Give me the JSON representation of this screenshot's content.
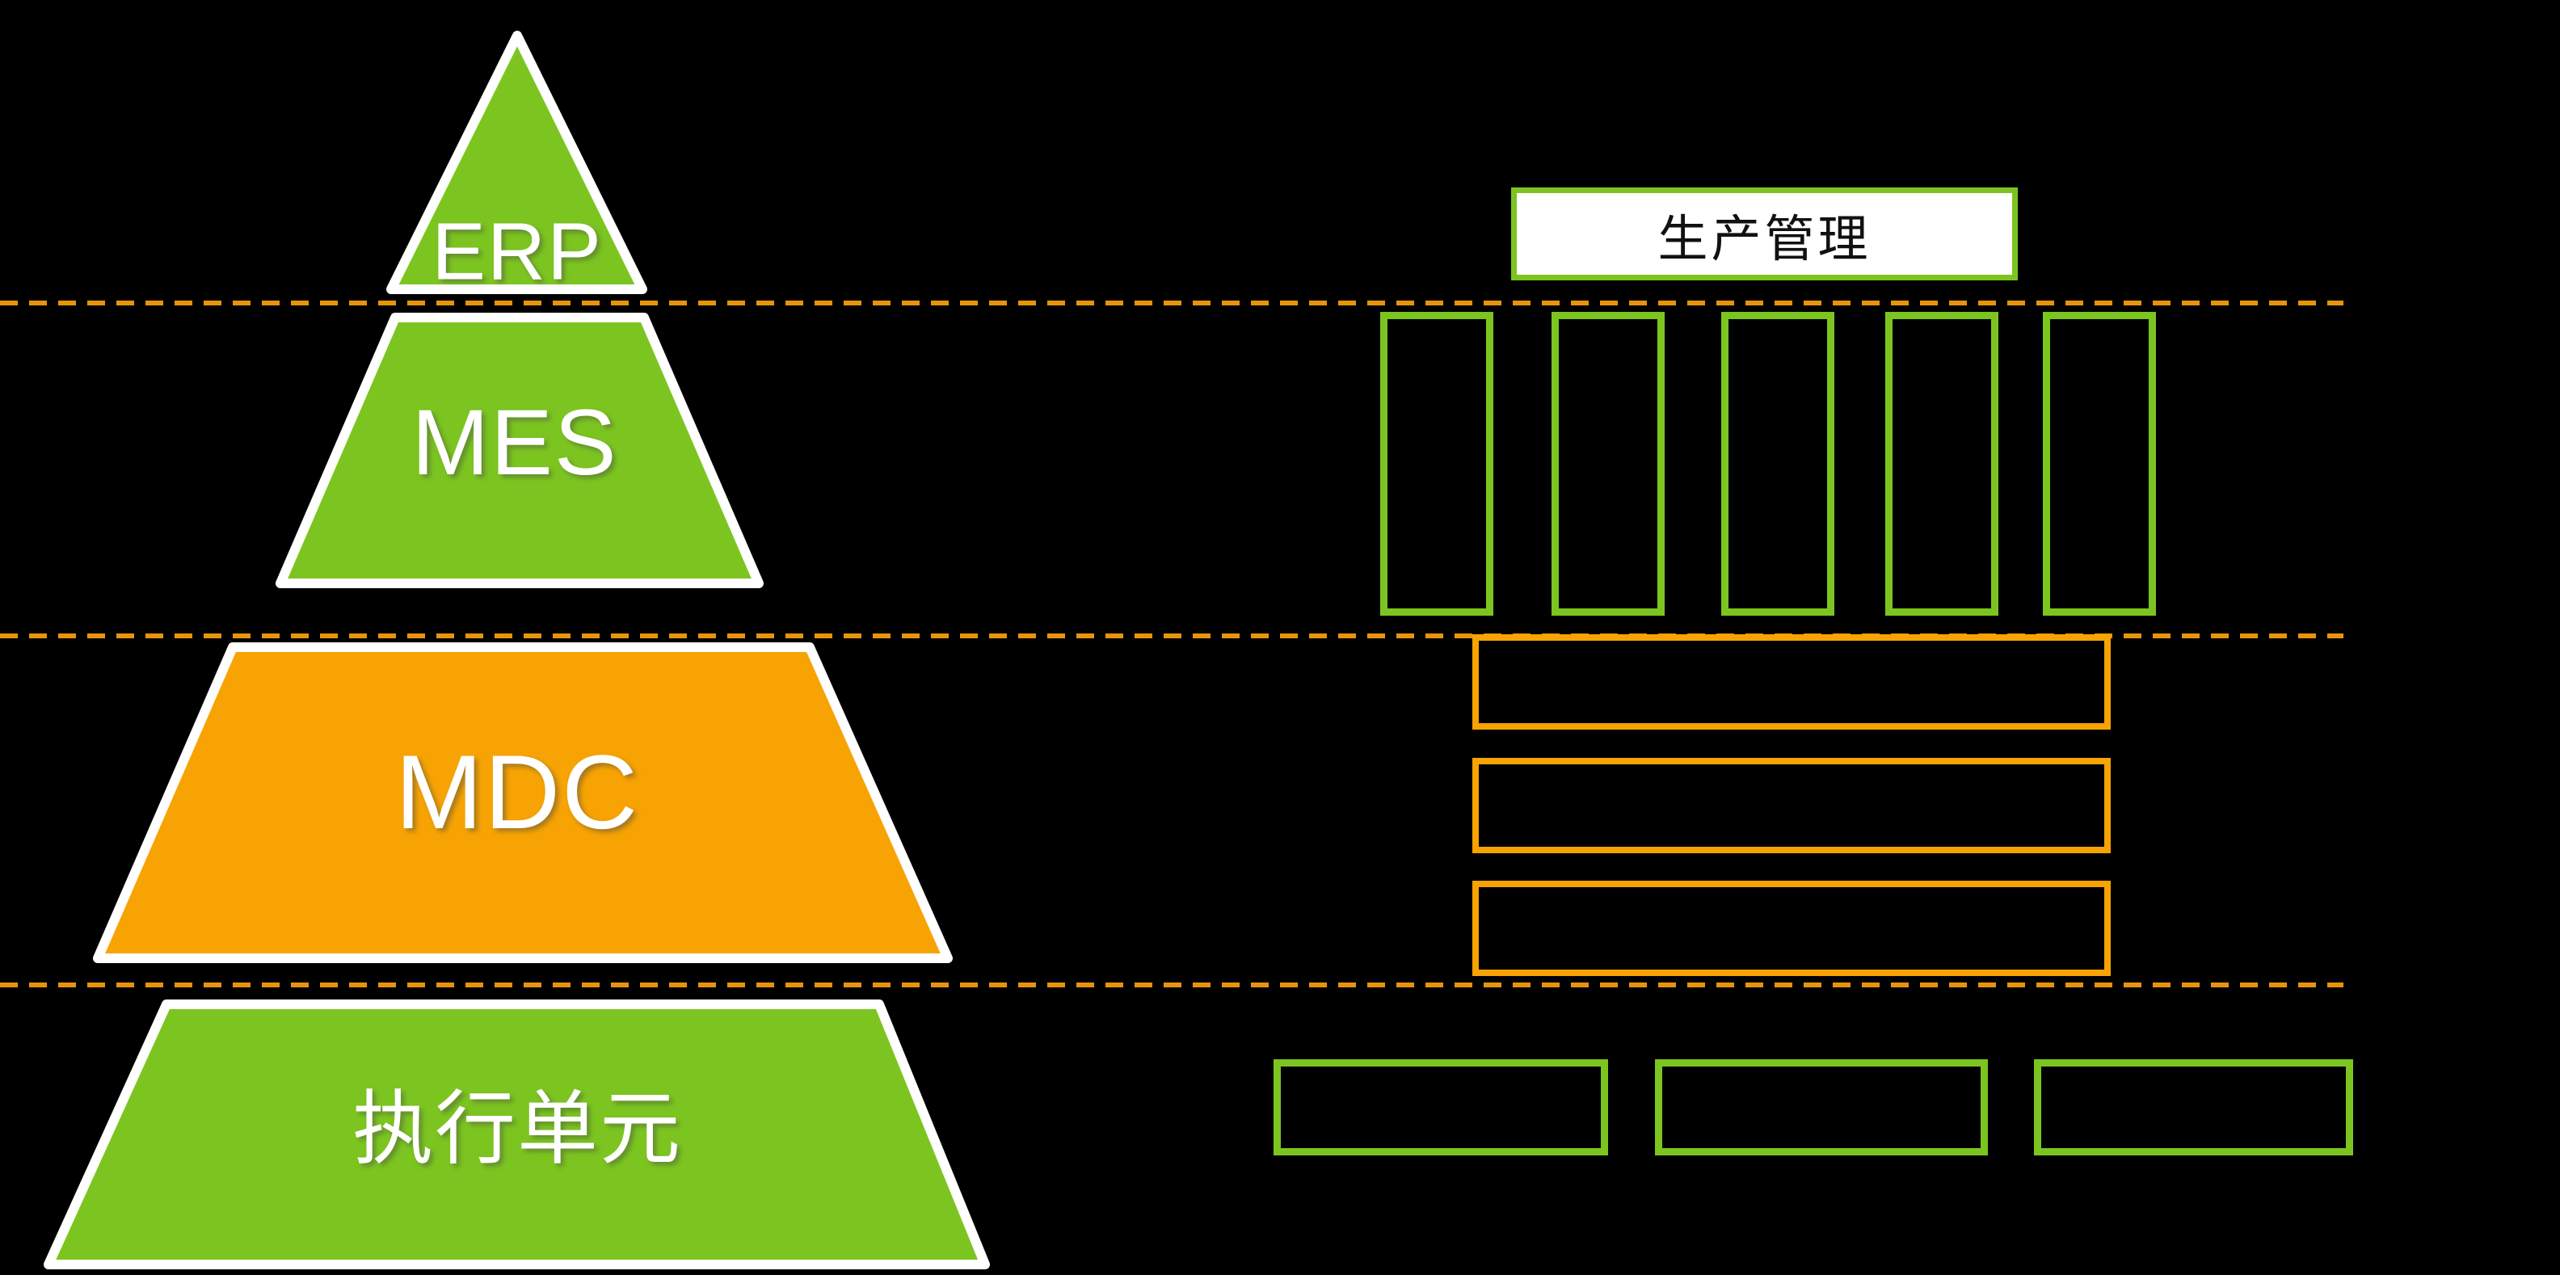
{
  "diagram": {
    "title_box": {
      "label": "生产管理"
    },
    "pyramid_levels": [
      {
        "label": "ERP",
        "fill": "#7cc520",
        "shape": "triangle"
      },
      {
        "label": "MES",
        "fill": "#7cc520",
        "shape": "trapezoid"
      },
      {
        "label": "MDC",
        "fill": "#f7a303",
        "shape": "trapezoid"
      },
      {
        "label": "执行单元",
        "fill": "#7cc520",
        "shape": "trapezoid"
      }
    ],
    "right_panel": {
      "mes_empty_box_count": 5,
      "mdc_empty_box_count": 3,
      "execution_empty_box_count": 3
    },
    "colors": {
      "background": "#000000",
      "accent_green": "#7cc520",
      "accent_orange": "#f7a303",
      "separator_orange": "#e8940b",
      "shape_outline": "#ffffff",
      "title_text": "#111111"
    },
    "separator_line_count": 3
  }
}
